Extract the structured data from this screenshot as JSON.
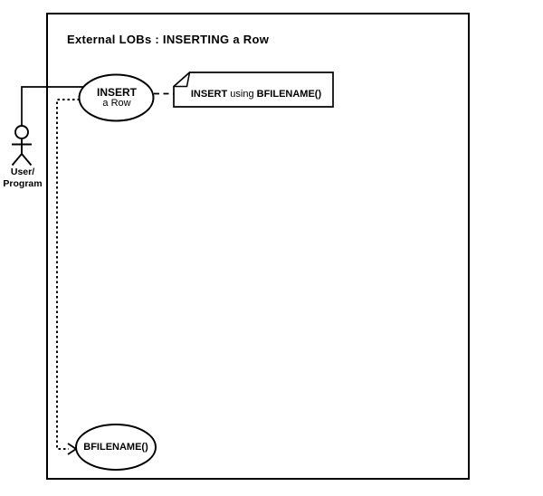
{
  "colors": {
    "ink": "#000000",
    "background": "#ffffff"
  },
  "diagram": {
    "title": "External LOBs : INSERTING a Row",
    "actor": {
      "icon": "stick-figure",
      "name_line1": "User/",
      "name_line2": "Program"
    },
    "use_case_insert": {
      "line1": "INSERT",
      "line2": "a Row"
    },
    "use_case_bfilename": {
      "label": "BFILENAME()"
    },
    "note": {
      "part1": "INSERT",
      "part2": " using ",
      "part3": "BFILENAME()"
    }
  }
}
